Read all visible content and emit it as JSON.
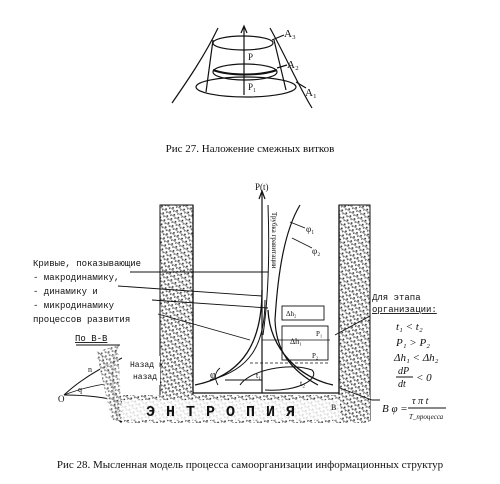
{
  "figure27": {
    "caption": "Рис 27. Наложение смежных витков",
    "labels": {
      "a3": "A₃",
      "a2": "A₂",
      "a1": "A₁",
      "p_top": "P",
      "p_low": "P₁"
    }
  },
  "figure28": {
    "caption": "Рис 28. Мысленная модель процесса самоорганизации информационных структур",
    "axis_label": "P(t)",
    "tube_label": "Трубка гравитации",
    "curves_legend": {
      "title_1": "Кривые, показывающие",
      "item_macro": "- макродинамику,",
      "item_dyn": "- динамику и",
      "item_micro": "- микродинамику",
      "title_2": "процессов развития"
    },
    "section_label": "По В-В",
    "back_label_1": "Назад к",
    "back_label_2": "назад",
    "entropy_label": "Э Н Т Р О П И Я",
    "stage_note": {
      "line1": "Для этапа",
      "line2": "организации:",
      "c1": "t₁ < t₂",
      "c2": "P₁ > P₂",
      "c3": "Δh₁ < Δh₂",
      "c4_num": "dP",
      "c4_den": "dt",
      "c4_rel": "< 0"
    },
    "formula": {
      "lhs": "B  φ =",
      "num": "τ π t",
      "den": "T_процесса"
    },
    "marks": {
      "phi": "φ",
      "phi1": "φ₁",
      "phi2": "φ₂",
      "t1": "t₁",
      "t2": "t₂",
      "dh1": "Δh₁",
      "dh2": "Δh₂",
      "p1": "P₁",
      "p2": "P₂",
      "b": "B",
      "o": "O",
      "q": "q",
      "n": "n"
    }
  }
}
